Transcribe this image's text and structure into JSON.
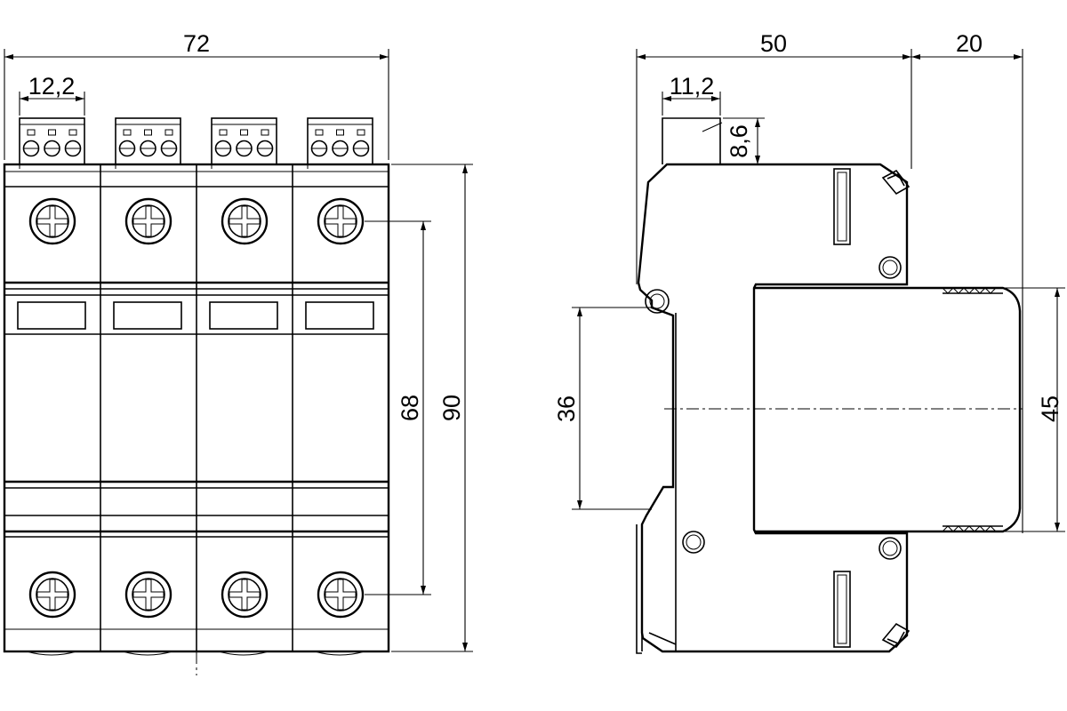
{
  "front_view": {
    "poles": 4,
    "dimensions": {
      "overall_width": "72",
      "module_width": "12,2",
      "terminal_spacing": "68",
      "overall_height": "90"
    }
  },
  "side_view": {
    "dimensions": {
      "depth": "50",
      "overhang": "20",
      "connector_width": "11,2",
      "connector_height": "8,6",
      "rail_height": "36",
      "front_height": "45"
    }
  }
}
